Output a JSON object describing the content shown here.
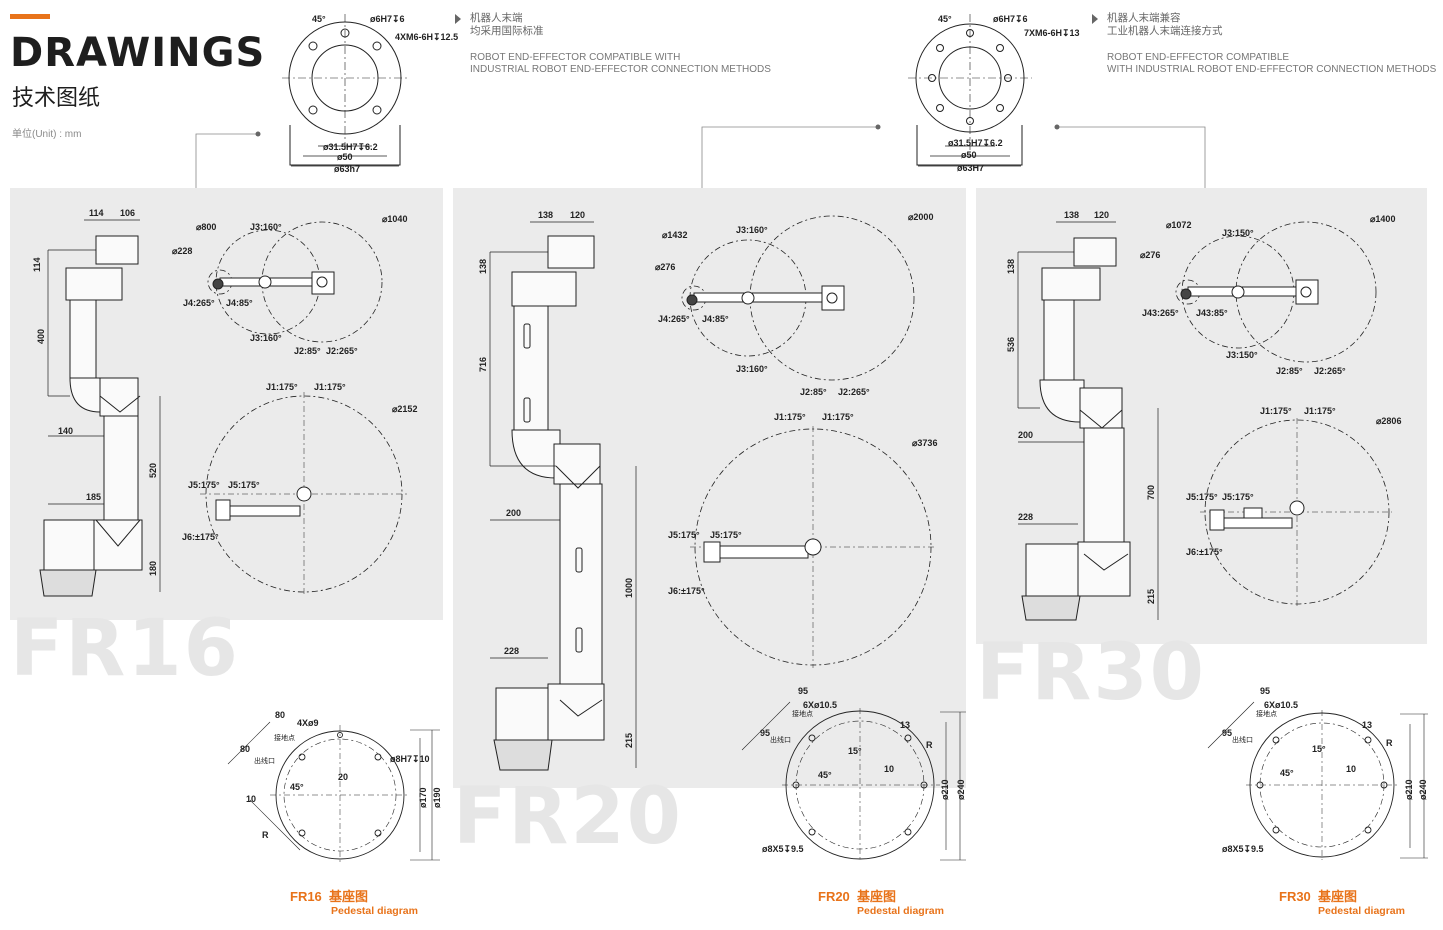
{
  "header": {
    "title": "DRAWINGS",
    "subtitle": "技术图纸",
    "unit": "单位(Unit) : mm"
  },
  "notes": [
    {
      "cn_line1": "机器人末端",
      "cn_line2": "均采用国际标准",
      "en_line1": "ROBOT END-EFFECTOR COMPATIBLE WITH",
      "en_line2": "INDUSTRIAL ROBOT END-EFFECTOR CONNECTION METHODS"
    },
    {
      "cn_line1": "机器人末端兼容",
      "cn_line2": "工业机器人末端连接方式",
      "en_line1": "ROBOT END-EFFECTOR COMPATIBLE",
      "en_line2": "WITH INDUSTRIAL ROBOT END-EFFECTOR CONNECTION METHODS"
    }
  ],
  "flanges": [
    {
      "angle": "45°",
      "pin": "ø6H7↧6",
      "holes": "4XM6-6H↧12.5",
      "d1": "ø31.5H7↧6.2",
      "d2": "ø50",
      "d3": "ø63h7"
    },
    {
      "angle": "45°",
      "pin": "ø6H7↧6",
      "holes": "7XM6-6H↧13",
      "d1": "ø31.5H7↧6.2",
      "d2": "ø50",
      "d3": "ø63H7"
    }
  ],
  "models": [
    {
      "name": "FR16",
      "side": {
        "a": "114",
        "b": "106",
        "h1": "114",
        "h2": "400",
        "h3": "520",
        "h4": "180",
        "w1": "140",
        "w2": "185"
      },
      "reach_top": {
        "d_outer": "1040",
        "d_mid": "800",
        "d_small": "228",
        "j3a": "J3:160°",
        "j3b": "J3:160°",
        "j4": "J4:265°",
        "j4b": "J4:85°",
        "j2a": "J2:85°",
        "j2b": "J2:265°"
      },
      "reach_base": {
        "d": "2152",
        "j1a": "J1:175°",
        "j1b": "J1:175°",
        "j5a": "J5:175°",
        "j5b": "J5:175°",
        "j6": "J6:±175°"
      },
      "pedestal": {
        "a": "80",
        "b": "80",
        "holes": "4Xø9",
        "pin": "ø8H7↧10",
        "ang": "45°",
        "c": "20",
        "d": "10",
        "r": "R",
        "d1": "ø170",
        "d2": "ø190",
        "l1": "接地点",
        "l2": "出线口"
      },
      "caption": "FR16  基座图",
      "caption_en": "Pedestal diagram"
    },
    {
      "name": "FR20",
      "side": {
        "a": "138",
        "b": "120",
        "h1": "138",
        "h2": "716",
        "h3": "1000",
        "h4": "215",
        "w1": "200",
        "w2": "228"
      },
      "reach_top": {
        "d_outer": "2000",
        "d_mid": "1432",
        "d_small": "276",
        "j3a": "J3:160°",
        "j3b": "J3:160°",
        "j4": "J4:265°",
        "j4b": "J4:85°",
        "j2a": "J2:85°",
        "j2b": "J2:265°"
      },
      "reach_base": {
        "d": "3736",
        "j1a": "J1:175°",
        "j1b": "J1:175°",
        "j5a": "J5:175°",
        "j5b": "J5:175°",
        "j6": "J6:±175°"
      },
      "pedestal": {
        "a": "95",
        "b": "95",
        "holes": "6Xø10.5",
        "ang15": "15°",
        "ang": "45°",
        "c": "13",
        "d": "10",
        "r": "R",
        "d1": "ø210",
        "d2": "ø240",
        "pin": "ø8X5↧9.5",
        "l1": "接地点",
        "l2": "出线口"
      },
      "caption": "FR20  基座图",
      "caption_en": "Pedestal diagram"
    },
    {
      "name": "FR30",
      "side": {
        "a": "138",
        "b": "120",
        "h1": "138",
        "h2": "536",
        "h3": "700",
        "h4": "215",
        "w1": "200",
        "w2": "228"
      },
      "reach_top": {
        "d_outer": "1400",
        "d_mid": "1072",
        "d_small": "276",
        "j3a": "J3:150°",
        "j3b": "J3:150°",
        "j4": "J43:265°",
        "j4b": "J43:85°",
        "j2a": "J2:85°",
        "j2b": "J2:265°"
      },
      "reach_base": {
        "d": "2806",
        "j1a": "J1:175°",
        "j1b": "J1:175°",
        "j5a": "J5:175°",
        "j5b": "J5:175°",
        "j6": "J6:±175°"
      },
      "pedestal": {
        "a": "95",
        "b": "95",
        "holes": "6Xø10.5",
        "ang15": "15°",
        "ang": "45°",
        "c": "13",
        "d": "10",
        "r": "R",
        "d1": "ø210",
        "d2": "ø240",
        "pin": "ø8X5↧9.5",
        "l1": "接地点",
        "l2": "出线口"
      },
      "caption": "FR30  基座图",
      "caption_en": "Pedestal diagram"
    }
  ]
}
